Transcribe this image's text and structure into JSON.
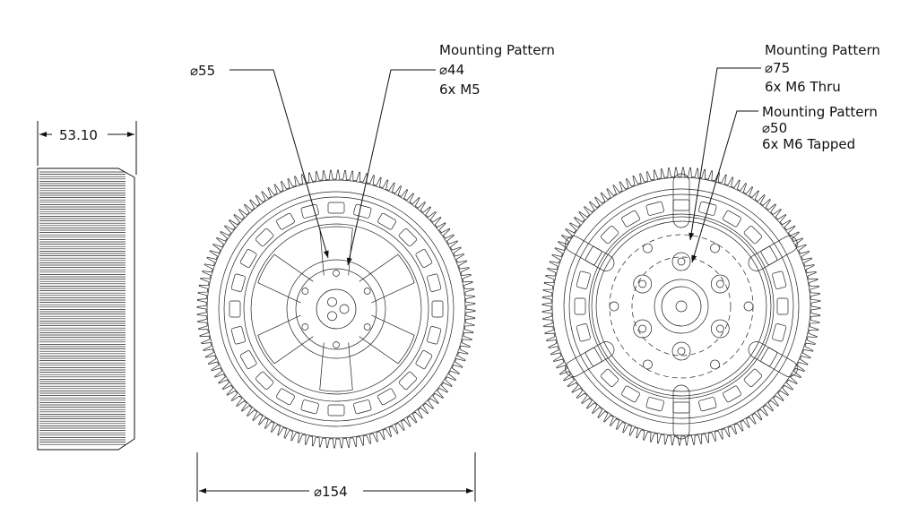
{
  "side_view": {
    "width_dim": "53.10"
  },
  "front_view": {
    "outer_dim": "⌀154",
    "hub_dim": "⌀55",
    "mounting": {
      "title": "Mounting Pattern",
      "diameter": "⌀44",
      "holes": "6x M5"
    }
  },
  "rear_view": {
    "mounting_outer": {
      "title": "Mounting Pattern",
      "diameter": "⌀75",
      "holes": "6x M6 Thru"
    },
    "mounting_inner": {
      "title": "Mounting Pattern",
      "diameter": "⌀50",
      "holes": "6x M6 Tapped"
    }
  }
}
